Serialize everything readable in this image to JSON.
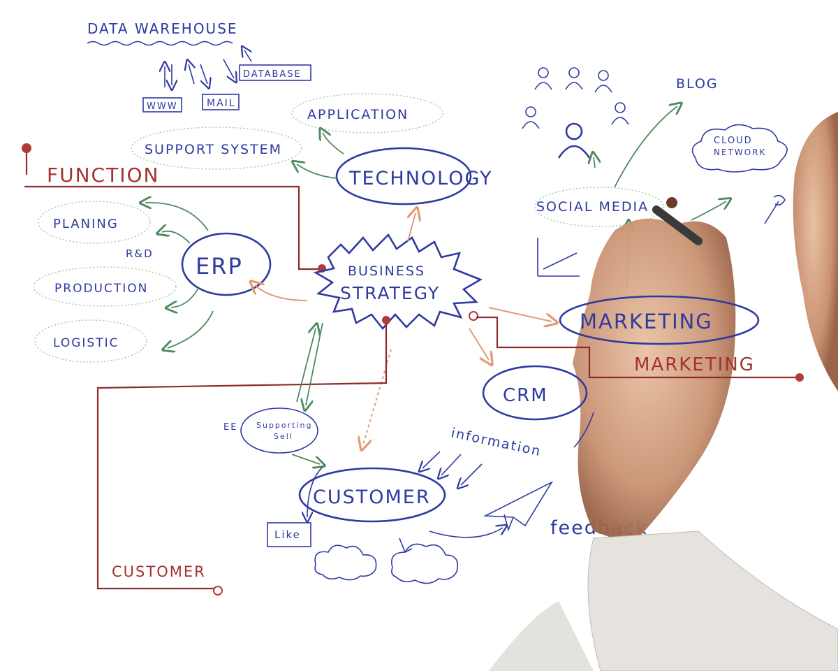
{
  "diagram": {
    "nodes": {
      "data_warehouse": "DATA WAREHOUSE",
      "database": "DATABASE",
      "www": "WWW",
      "mail": "MAIL",
      "application": "APPLICATION",
      "support_system": "SUPPORT SYSTEM",
      "technology": "TECHNOLOGY",
      "function": "FUNCTION",
      "planing": "PLANING",
      "rd": "R&D",
      "erp": "ERP",
      "production": "PRODUCTION",
      "logistic": "LOGISTIC",
      "business": "BUSINESS",
      "strategy": "STRATEGY",
      "blog": "BLOG",
      "cloud_network_1": "CLOUD",
      "cloud_network_2": "NETWORK",
      "social_media": "SOCIAL MEDIA",
      "marketing_ellipse": "MARKETING",
      "marketing_red": "MARKETING",
      "crm": "CRM",
      "supporting_sell_1": "Supporting",
      "supporting_sell_2": "Sell",
      "ee": "EE",
      "information": "information",
      "customer_ellipse": "CUSTOMER",
      "customer_red": "CUSTOMER",
      "like": "Like",
      "feedback": "feedback"
    }
  },
  "colors": {
    "ink_blue": "#2e3aa0",
    "ink_red": "#a3322e",
    "ink_green": "#3f7f4e",
    "ink_orange": "#e39a72"
  }
}
